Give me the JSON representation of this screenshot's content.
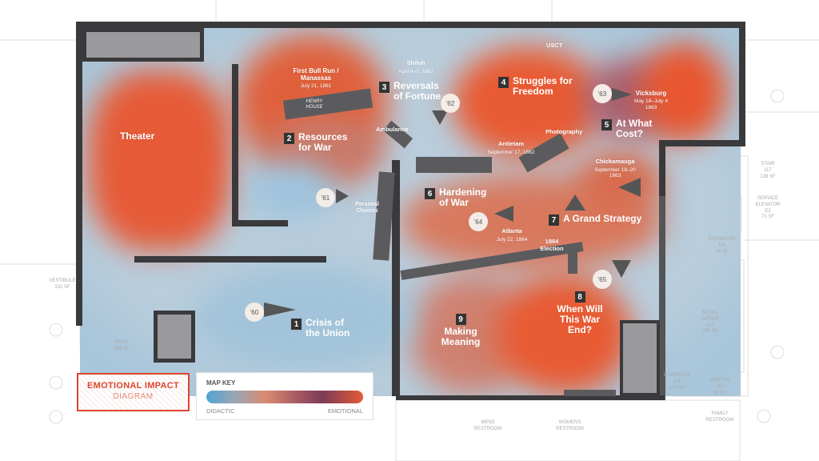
{
  "legend": {
    "title_line1": "EMOTIONAL IMPACT",
    "title_line2": "DIAGRAM",
    "key_title": "MAP KEY",
    "left_label": "DIDACTIC",
    "right_label": "EMOTIONAL",
    "gradient_colors": [
      "#4fa3d6",
      "#d98a72",
      "#7c3b58",
      "#e55a36"
    ]
  },
  "sections": [
    {
      "num": "1",
      "label": "Crisis of the Union"
    },
    {
      "num": "2",
      "label": "Resources for War"
    },
    {
      "num": "3",
      "label": "Reversals of Fortune"
    },
    {
      "num": "4",
      "label": "Struggles for Freedom"
    },
    {
      "num": "5",
      "label": "At What Cost?"
    },
    {
      "num": "6",
      "label": "Hardening of War"
    },
    {
      "num": "7",
      "label": "A Grand Strategy"
    },
    {
      "num": "8",
      "label": "When Will This War End?"
    },
    {
      "num": "9",
      "label": "Making Meaning"
    }
  ],
  "places": [
    {
      "name": "Theater",
      "date": ""
    },
    {
      "name": "First Bull Run / Manassas",
      "date": "July 21, 1861"
    },
    {
      "name": "HENRY HOUSE",
      "date": ""
    },
    {
      "name": "Shiloh",
      "date": "April 6–7, 1862"
    },
    {
      "name": "USCT",
      "date": ""
    },
    {
      "name": "Vicksburg",
      "date": "May 18–July 4 1863"
    },
    {
      "name": "Ambulance",
      "date": ""
    },
    {
      "name": "Antietam",
      "date": "September 17, 1862"
    },
    {
      "name": "Photography",
      "date": ""
    },
    {
      "name": "Chickamauga",
      "date": "September 18–20 1863"
    },
    {
      "name": "Personal Choices",
      "date": ""
    },
    {
      "name": "Atlanta",
      "date": "July 22, 1864"
    },
    {
      "name": "1864 Election",
      "date": ""
    }
  ],
  "years": [
    "'60",
    "'61",
    "'62",
    "'63",
    "'64",
    "'65"
  ],
  "plan_labels": [
    {
      "name": "STAIR",
      "tag": "117",
      "area": "128 SF"
    },
    {
      "name": "SERVICE ELEVATOR",
      "tag": "E2",
      "area": "71 SF"
    },
    {
      "name": "SPRINKLER",
      "tag": "118",
      "area": "44 SF"
    },
    {
      "name": "RETAIL OFFICE",
      "tag": "117",
      "area": "206 SF"
    },
    {
      "name": "CORRIDOR",
      "tag": "114",
      "area": "304 SF"
    },
    {
      "name": "JANITOR",
      "tag": "115",
      "area": "67 SF"
    },
    {
      "name": "FAMILY RESTROOM",
      "tag": "",
      "area": ""
    },
    {
      "name": "VESTIBULE",
      "tag": "",
      "area": "152 SF"
    },
    {
      "name": "SFOR",
      "tag": "",
      "area": "242 SF"
    },
    {
      "name": "MENS RESTROOM",
      "tag": "",
      "area": ""
    },
    {
      "name": "WOMENS RESTROOM",
      "tag": "",
      "area": ""
    }
  ]
}
